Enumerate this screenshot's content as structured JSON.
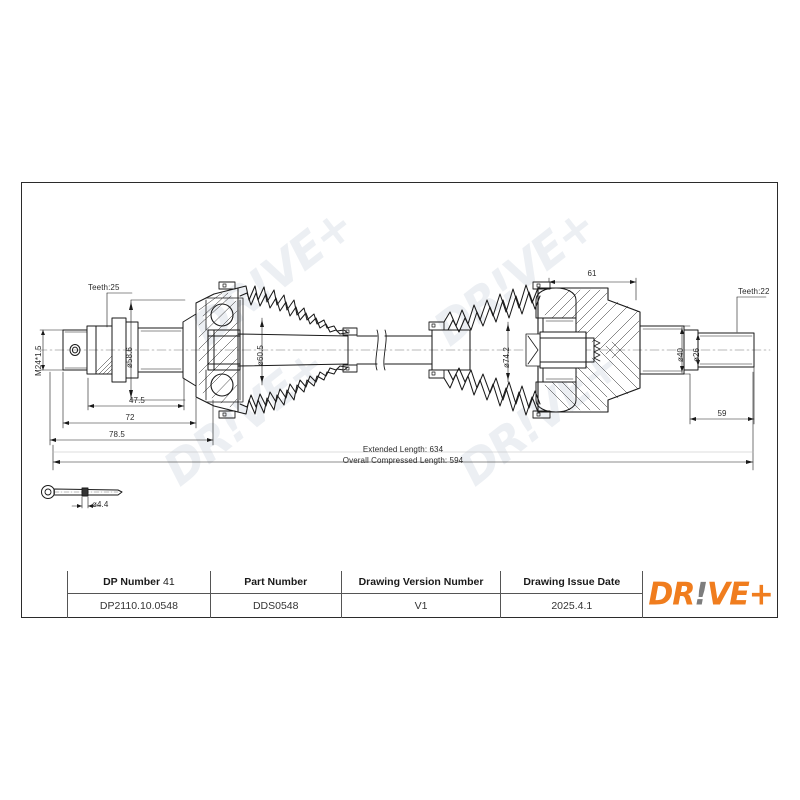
{
  "document": {
    "type": "technical-drawing",
    "subject": "drive shaft / CV joint assembly"
  },
  "drawing": {
    "labels": {
      "thread_left": "M24*1.5",
      "teeth_left": "Teeth:25",
      "dia_58_6": "ø58.6",
      "dia_60_5": "ø60.5",
      "dim_47_5": "47.5",
      "dim_72": "72",
      "dim_78_5": "78.5",
      "extended_length": "Extended  Length: 634",
      "compressed_length": "Overall  Compressed  Length: 594",
      "pin_dia": "ø4.4",
      "dim_61": "61",
      "dia_74_2": "ø74.2",
      "dia_40": "ø40",
      "dia_26": "ø26",
      "teeth_right": "Teeth:22",
      "dim_59": "59"
    },
    "watermark": "DR!VE+"
  },
  "titleblock": {
    "columns": [
      {
        "header": "DP Number",
        "header_suffix": "41",
        "value": "DP2110.10.0548"
      },
      {
        "header": "Part Number",
        "header_suffix": "",
        "value": "DDS0548"
      },
      {
        "header": "Drawing Version Number",
        "header_suffix": "",
        "value": "V1"
      },
      {
        "header": "Drawing Issue Date",
        "header_suffix": "",
        "value": "2025.4.1"
      }
    ],
    "logo": {
      "part1": "DR",
      "bang": "!",
      "part2": "VE+"
    }
  },
  "colors": {
    "brand_orange": "#F07D1E",
    "line": "#1a1a1a",
    "frame": "#2b2b2b",
    "watermark": "#eceff3"
  }
}
